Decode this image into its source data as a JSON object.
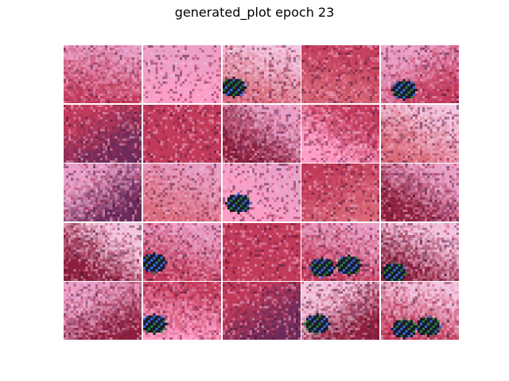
{
  "figure": {
    "title": "generated_plot epoch 23"
  },
  "grid": {
    "rows": 5,
    "cols": 5,
    "background": "#ffffff",
    "palette": [
      "#e8a0c8",
      "#f2c6e0",
      "#c23a5a",
      "#8a1e3c",
      "#6a2a5a",
      "#d86a7a",
      "#ff9ec8",
      "#3a1030"
    ],
    "artifact_colors": [
      "#2a7a3a",
      "#3a6ad8",
      "#1a1a2a"
    ],
    "tiles_with_artifacts": [
      {
        "row": 0,
        "col": 2,
        "spots": 1
      },
      {
        "row": 0,
        "col": 4,
        "spots": 1
      },
      {
        "row": 2,
        "col": 2,
        "spots": 1
      },
      {
        "row": 3,
        "col": 1,
        "spots": 1
      },
      {
        "row": 3,
        "col": 3,
        "spots": 2
      },
      {
        "row": 3,
        "col": 4,
        "spots": 1
      },
      {
        "row": 4,
        "col": 1,
        "spots": 1
      },
      {
        "row": 4,
        "col": 3,
        "spots": 1
      },
      {
        "row": 4,
        "col": 4,
        "spots": 2
      }
    ]
  }
}
